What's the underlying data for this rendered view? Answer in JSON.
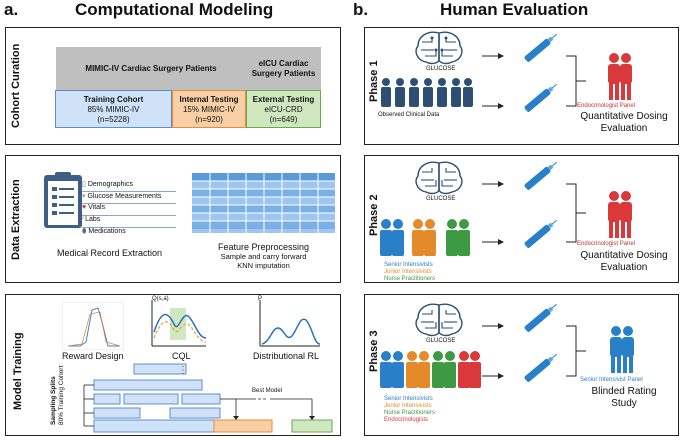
{
  "left": {
    "letter": "a.",
    "title": "Computational Modeling",
    "cohort": {
      "side_label": "Cohort Curation",
      "mimic_header": "MIMIC-IV Cardiac Surgery Patients",
      "eicu_header": "eICU Cardiac Surgery Patients",
      "training": {
        "title": "Training Cohort",
        "line1": "85% MIMIC-IV",
        "line2": "(n=5228)"
      },
      "internal": {
        "title": "Internal Testing",
        "line1": "15% MIMIC-IV",
        "line2": "(n=920)"
      },
      "external": {
        "title": "External Testing",
        "line1": "eICU-CRD",
        "line2": "(n=649)"
      }
    },
    "extraction": {
      "side_label": "Data Extraction",
      "record_items": [
        "Demographics",
        "Glucose Measurements",
        "Vitals",
        "Labs",
        "Medications"
      ],
      "record_caption": "Medical Record Extraction",
      "feature_title": "Feature Preprocessing",
      "feature_line1": "Sample and carry forward",
      "feature_line2": "KNN imputation"
    },
    "training": {
      "side_label": "Model Training",
      "reward_label": "Reward Design",
      "cql_label": "CQL",
      "cql_axis": "Q(s,a)",
      "dist_label": "Distributional RL",
      "dist_axis": "P",
      "splits_line1": "Sampling Splits",
      "splits_line2": "80% Training Cohort",
      "best_model": "Best Model",
      "dots": "⋮"
    }
  },
  "right": {
    "letter": "b.",
    "title": "Human Evaluation",
    "glucose": "GLUCOSE",
    "phase1": {
      "side_label": "Phase 1",
      "observed": "Observed Clinical Data",
      "panel_label": "Endocrinologist Panel",
      "result_line1": "Quantitative Dosing",
      "result_line2": "Evaluation"
    },
    "phase2": {
      "side_label": "Phase 2",
      "groups": [
        "Senior Intensivists",
        "Junior Intensivists",
        "Nurse Practitioners"
      ],
      "panel_label": "Endocrinologist Panel",
      "result_line1": "Quantitative Dosing",
      "result_line2": "Evaluation"
    },
    "phase3": {
      "side_label": "Phase 3",
      "groups": [
        "Senior Intensivists",
        "Junior Intensivists",
        "Nurse Practitioners",
        "Endocrinologists"
      ],
      "panel_label": "Senior Intensivist Panel",
      "result_line1": "Blinded Rating",
      "result_line2": "Study"
    }
  },
  "colors": {
    "blue_box": "#cfe2f7",
    "blue_border": "#5b8fd0",
    "orange_box": "#f9cfa6",
    "orange_border": "#e58b3b",
    "green_box": "#cfe8c0",
    "green_border": "#6aaa4c",
    "gray_box": "#bfbfbf",
    "red_icon": "#d9393a",
    "navy_icon": "#2e4e73",
    "blue_icon": "#2a7fc9",
    "orange_icon": "#e58a2a",
    "green_icon": "#3e9a42",
    "panel_red_text": "#c9312f",
    "panel_blue_text": "#2a7fc9"
  }
}
